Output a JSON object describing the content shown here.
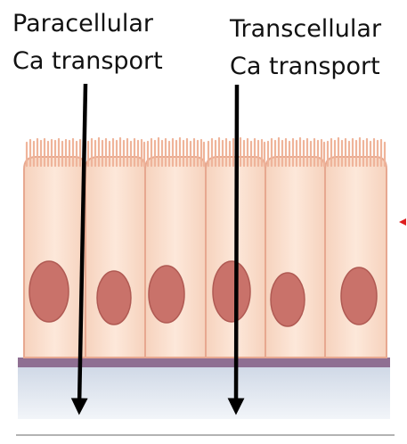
{
  "labels": {
    "paracellular": {
      "line1": "Paracellular",
      "line2": "Ca transport"
    },
    "transcellular": {
      "line1": "Transcellular",
      "line2": "Ca transport"
    }
  },
  "colors": {
    "cell_fill": "#fbe3d3",
    "cell_border": "#e7a890",
    "microvilli": "#f2b9a0",
    "nucleus": "#c9726a",
    "nucleus_stroke": "#b05a53",
    "basement_membrane": "#8f6f92",
    "lumen_fluid": "#dde3ec",
    "arrow": "#000000",
    "marker": "#dd1f1f",
    "baseline": "#9a9a9a"
  },
  "diagram": {
    "cell_count": 6
  }
}
